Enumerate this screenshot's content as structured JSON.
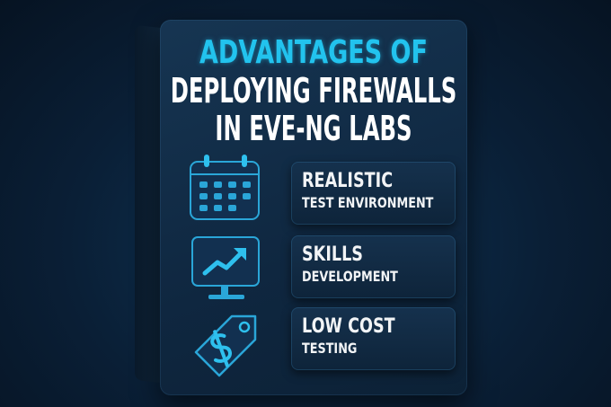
{
  "title": {
    "line1": "ADVANTAGES OF",
    "line2": "DEPLOYING FIREWALLS",
    "line3": "IN EVE-NG LABS"
  },
  "items": [
    {
      "icon": "calendar-icon",
      "heading": "REALISTIC",
      "sub": "TEST ENVIRONMENT"
    },
    {
      "icon": "monitor-chart-icon",
      "heading": "SKILLS",
      "sub": "DEVELOPMENT"
    },
    {
      "icon": "price-tag-dollar-icon",
      "heading": "LOW COST",
      "sub": "TESTING"
    }
  ],
  "colors": {
    "accent": "#22c3ee",
    "panel": "#163552",
    "background": "#0a1f36"
  }
}
